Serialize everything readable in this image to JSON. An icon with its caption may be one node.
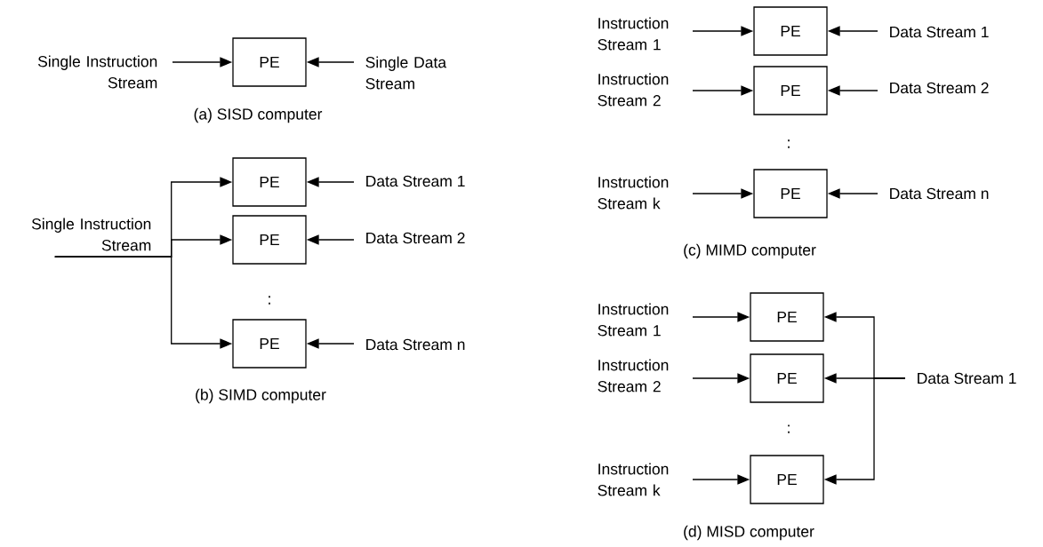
{
  "diagram": {
    "nodes": [
      {
        "text": [
          "Single Instruction Stream"
        ]
      },
      {
        "text": [
          "PE"
        ]
      },
      {
        "text": [
          "Single Data Stream"
        ]
      },
      {
        "text": [
          "Single Instruction Stream"
        ]
      },
      {
        "text": [
          "PE"
        ]
      },
      {
        "text": [
          "Data Stream 1"
        ]
      },
      {
        "text": [
          "PE"
        ]
      },
      {
        "text": [
          "Data Stream 2"
        ]
      },
      {
        "text": [
          "PE"
        ]
      },
      {
        "text": [
          "Data Stream n"
        ]
      },
      {
        "text": [
          "Instruction Stream 1"
        ]
      },
      {
        "text": [
          "PE"
        ]
      },
      {
        "text": [
          "Data Stream 1"
        ]
      },
      {
        "text": [
          "Instruction Stream 2"
        ]
      },
      {
        "text": [
          "PE"
        ]
      },
      {
        "text": [
          "Data Stream 2"
        ]
      },
      {
        "text": [
          "Instruction Stream k"
        ]
      },
      {
        "text": [
          "PE"
        ]
      },
      {
        "text": [
          "Data Stream n"
        ]
      },
      {
        "text": [
          "Instruction Stream 1"
        ]
      },
      {
        "text": [
          "PE"
        ]
      },
      {
        "text": [
          "Instruction Stream 2"
        ]
      },
      {
        "text": [
          "PE"
        ]
      },
      {
        "text": [
          "Instruction Stream k"
        ]
      },
      {
        "text": [
          "PE"
        ]
      },
      {
        "text": [
          "Data Stream 1"
        ]
      }
    ],
    "edges": [
      {
        "from": 0,
        "to": 1,
        "arrow": "to"
      },
      {
        "from": 2,
        "to": 1,
        "arrow": "to"
      },
      {
        "from": 3,
        "to": 4,
        "arrow": "to"
      },
      {
        "from": 3,
        "to": 6,
        "arrow": "to"
      },
      {
        "from": 3,
        "to": 8,
        "arrow": "to"
      },
      {
        "from": 5,
        "to": 4,
        "arrow": "to"
      },
      {
        "from": 7,
        "to": 6,
        "arrow": "to"
      },
      {
        "from": 9,
        "to": 8,
        "arrow": "to"
      },
      {
        "from": 10,
        "to": 11,
        "arrow": "to"
      },
      {
        "from": 12,
        "to": 11,
        "arrow": "to"
      },
      {
        "from": 13,
        "to": 14,
        "arrow": "to"
      },
      {
        "from": 15,
        "to": 14,
        "arrow": "to"
      },
      {
        "from": 16,
        "to": 17,
        "arrow": "to"
      },
      {
        "from": 18,
        "to": 17,
        "arrow": "to"
      },
      {
        "from": 19,
        "to": 20,
        "arrow": "to"
      },
      {
        "from": 21,
        "to": 22,
        "arrow": "to"
      },
      {
        "from": 23,
        "to": 24,
        "arrow": "to"
      },
      {
        "from": 25,
        "to": 20,
        "arrow": "to"
      },
      {
        "from": 25,
        "to": 22,
        "arrow": "to"
      },
      {
        "from": 25,
        "to": 24,
        "arrow": "to"
      }
    ],
    "labels": [
      "(a) SISD computer",
      ":",
      "(b) SIMD computer",
      ":",
      "(c) MIMD computer",
      ":",
      "(d) MISD computer"
    ]
  }
}
